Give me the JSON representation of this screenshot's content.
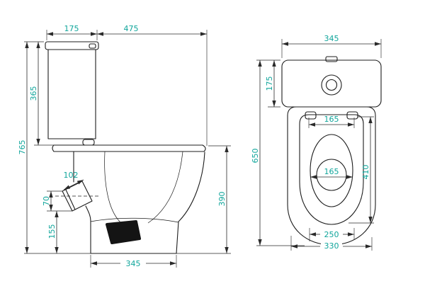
{
  "accent_color": "#0fa59b",
  "line_color": "#1c1c1c",
  "side_view": {
    "dims": {
      "cistern_depth": "175",
      "overall_depth": "475",
      "tank_height": "365",
      "overall_height": "765",
      "outlet_size": "102",
      "outlet_mouth_height": "70",
      "outlet_floor_offset": "155",
      "rim_height": "390",
      "base_depth": "345"
    }
  },
  "front_view": {
    "dims": {
      "overall_width": "345",
      "tank_height": "175",
      "overall_height": "650",
      "seat_opening_width": "165",
      "bowl_width": "165",
      "seat_length": "410",
      "base_inner_width": "250",
      "base_width": "330"
    }
  }
}
